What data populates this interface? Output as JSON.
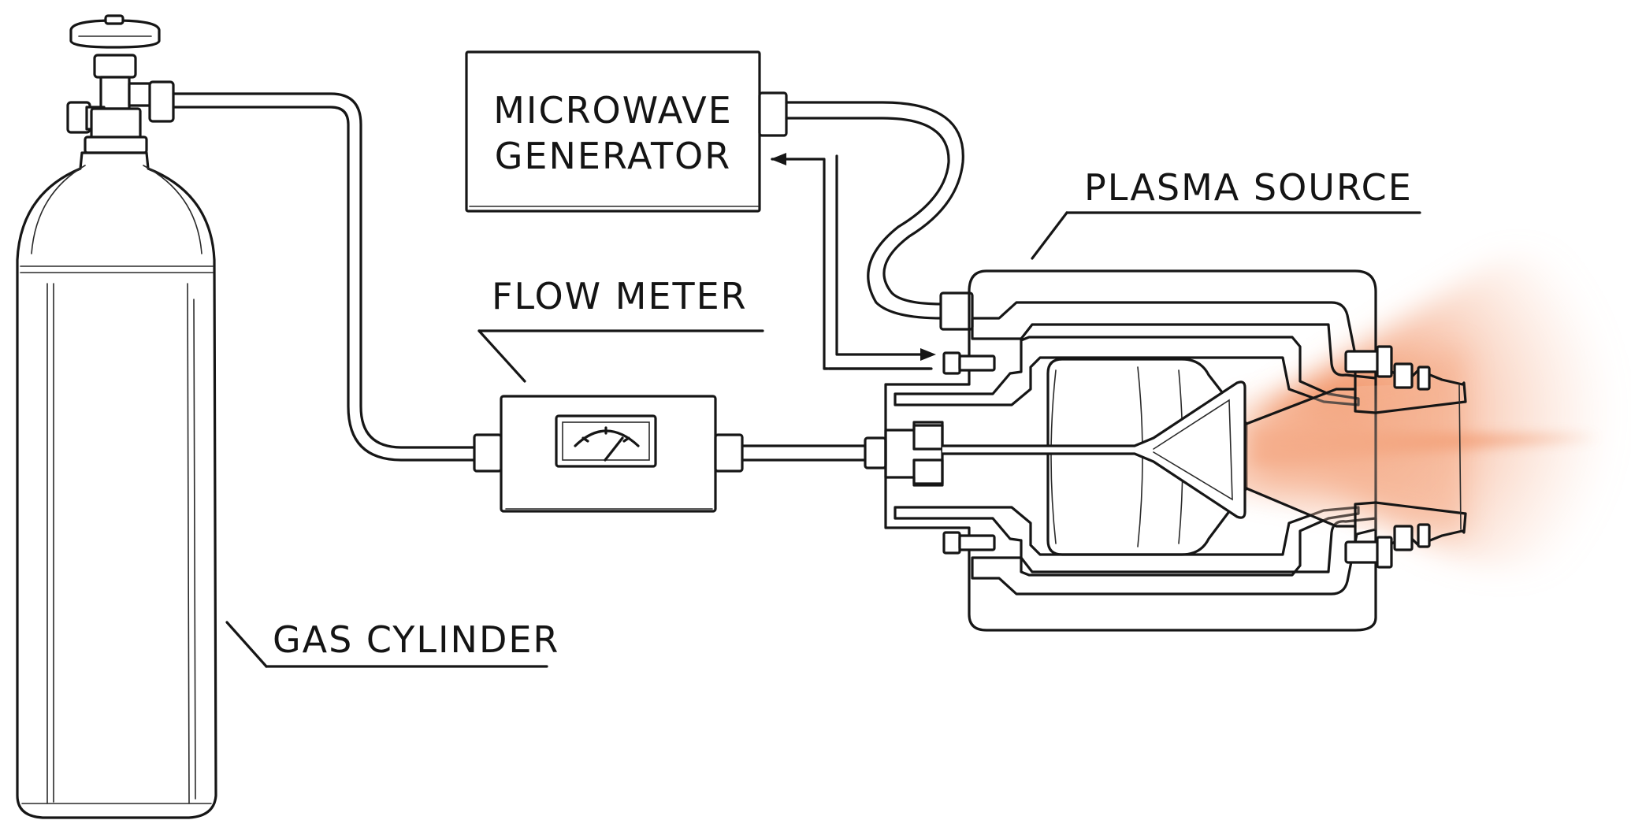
{
  "labels": {
    "microwave_line1": "MICROWAVE",
    "microwave_line2": "GENERATOR",
    "plasma_source": "PLASMA SOURCE",
    "flow_meter": "FLOW METER",
    "gas_cylinder": "GAS CYLINDER"
  },
  "colors": {
    "ink": "#161616",
    "hatch": "#3a3a3a",
    "plasma": "#f08a5a",
    "background": "#ffffff"
  }
}
